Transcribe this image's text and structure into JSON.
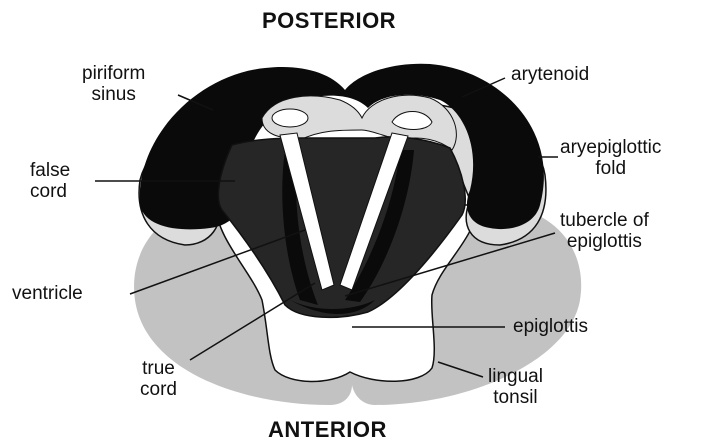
{
  "headings": {
    "top": "POSTERIOR",
    "bottom": "ANTERIOR"
  },
  "labels": {
    "piriform_sinus": [
      "piriform",
      "sinus"
    ],
    "arytenoid": [
      "arytenoid"
    ],
    "false_cord": [
      "false",
      "cord"
    ],
    "aryepiglottic_fold": [
      "aryepiglottic",
      "fold"
    ],
    "tubercle_of_epiglottis": [
      "tubercle of",
      "epiglottis"
    ],
    "ventricle": [
      "ventricle"
    ],
    "epiglottis": [
      "epiglottis"
    ],
    "true_cord": [
      "true",
      "cord"
    ],
    "lingual_tonsil": [
      "lingual",
      "tonsil"
    ]
  },
  "colors": {
    "ink": "#111111",
    "dark_tissue": "#0a0a0a",
    "cavity": "#262626",
    "pale_tissue": "#dcdcdc",
    "tonsil_gray": "#c2c2c2",
    "white": "#ffffff"
  }
}
